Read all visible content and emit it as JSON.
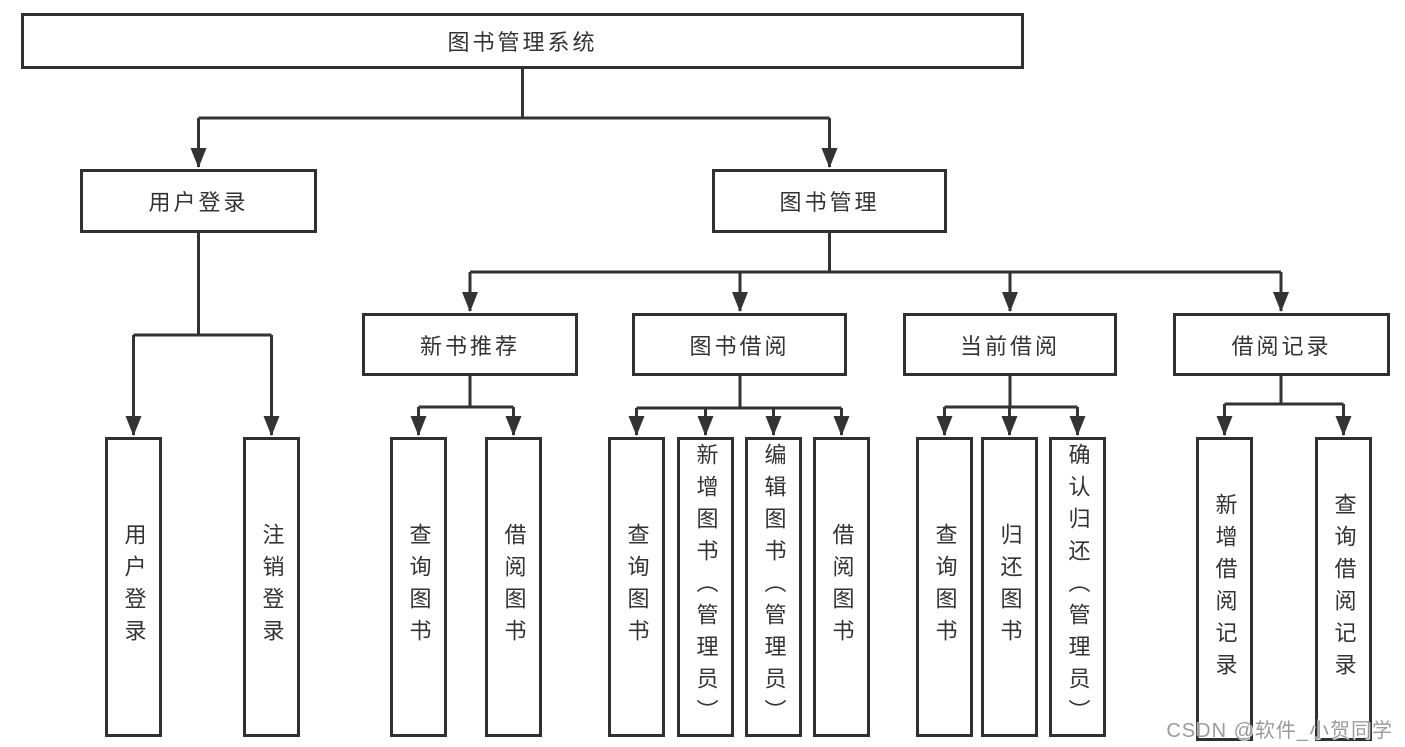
{
  "title": "图书管理系统",
  "colors": {
    "line": "#333333",
    "box_border": "#303030",
    "text": "#333333",
    "watermark": "#9b9b9b",
    "background": "#ffffff"
  },
  "watermark": "CSDN @软件_小贺同学",
  "tree": {
    "root": {
      "label": "图书管理系统"
    },
    "branches": [
      {
        "label": "用户登录",
        "children": [
          {
            "label": "用户登录"
          },
          {
            "label": "注销登录"
          }
        ]
      },
      {
        "label": "图书管理",
        "children": [
          {
            "label": "新书推荐",
            "children": [
              {
                "label": "查询图书"
              },
              {
                "label": "借阅图书"
              }
            ]
          },
          {
            "label": "图书借阅",
            "children": [
              {
                "label": "查询图书"
              },
              {
                "label": "新增图书（管理员）"
              },
              {
                "label": "编辑图书（管理员）"
              },
              {
                "label": "借阅图书"
              }
            ]
          },
          {
            "label": "当前借阅",
            "children": [
              {
                "label": "查询图书"
              },
              {
                "label": "归还图书"
              },
              {
                "label": "确认归还（管理员）"
              }
            ]
          },
          {
            "label": "借阅记录",
            "children": [
              {
                "label": "新增借阅记录"
              },
              {
                "label": "查询借阅记录"
              }
            ]
          }
        ]
      }
    ]
  }
}
